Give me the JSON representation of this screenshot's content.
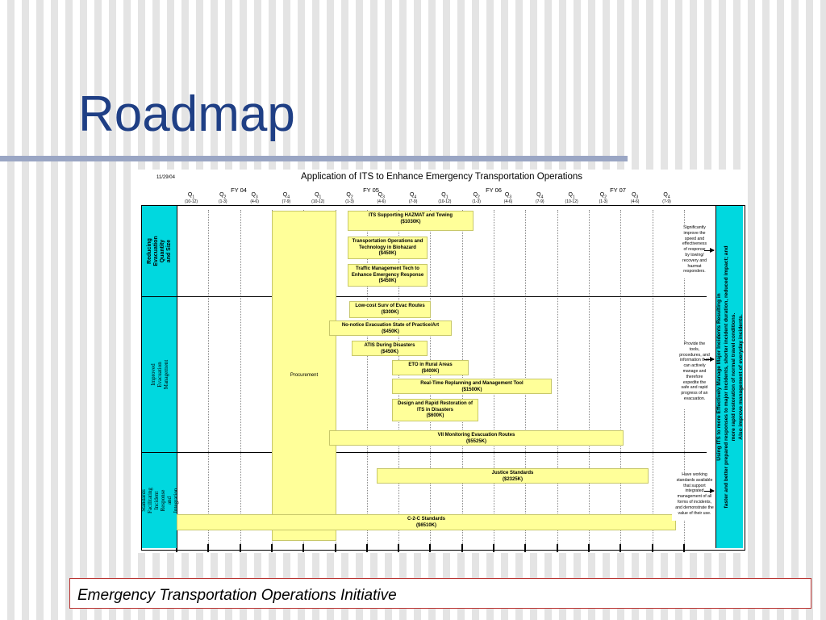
{
  "slide": {
    "title": "Roadmap",
    "footer": "Emergency Transportation Operations Initiative"
  },
  "roadmap": {
    "date": "11/29/04",
    "title": "Application of ITS to Enhance Emergency Transportation Operations",
    "fiscal_years": [
      "FY 04",
      "FY 05",
      "FY 06",
      "FY 07"
    ],
    "quarters": [
      {
        "q": "Q",
        "n": "1",
        "months": "(10-12)"
      },
      {
        "q": "Q",
        "n": "2",
        "months": "(1-3)"
      },
      {
        "q": "Q",
        "n": "3",
        "months": "(4-6)"
      },
      {
        "q": "Q",
        "n": "4",
        "months": "(7-9)"
      },
      {
        "q": "Q",
        "n": "1",
        "months": "(10-12)"
      },
      {
        "q": "Q",
        "n": "2",
        "months": "(1-3)"
      },
      {
        "q": "Q",
        "n": "3",
        "months": "(4-6)"
      },
      {
        "q": "Q",
        "n": "4",
        "months": "(7-9)"
      },
      {
        "q": "Q",
        "n": "1",
        "months": "(10-12)"
      },
      {
        "q": "Q",
        "n": "2",
        "months": "(1-3)"
      },
      {
        "q": "Q",
        "n": "3",
        "months": "(4-6)"
      },
      {
        "q": "Q",
        "n": "4",
        "months": "(7-9)"
      },
      {
        "q": "Q",
        "n": "1",
        "months": "(10-12)"
      },
      {
        "q": "Q",
        "n": "2",
        "months": "(1-3)"
      },
      {
        "q": "Q",
        "n": "3",
        "months": "(4-6)"
      },
      {
        "q": "Q",
        "n": "4",
        "months": "(7-9)"
      }
    ],
    "categories": [
      {
        "label": "Reducing Evacuation\nQuantity and Size"
      },
      {
        "label": "Improved Evacuation\nManagement"
      },
      {
        "label": "Standards Facilitating Incident\nResponse and Integration"
      }
    ],
    "procurement": "Procurement",
    "bars": [
      {
        "label": "ITS Supporting HAZMAT and Towing\n($1030K)"
      },
      {
        "label": "Transportation Operations and\nTechnology in Biohazard\n($450K)"
      },
      {
        "label": "Traffic Management Tech to\nEnhance Emergency Response\n($450K)"
      },
      {
        "label": "Low-cost Surv of Evac Routes\n($300K)"
      },
      {
        "label": "No-notice Evacuation State of Practice/Art\n($450K)"
      },
      {
        "label": "ATIS During Disasters\n($450K)"
      },
      {
        "label": "ETO in Rural Areas\n($400K)"
      },
      {
        "label": "Real-Time Replanning and Management Tool\n($1500K)"
      },
      {
        "label": "Design and Rapid Restoration of\nITS in Disasters\n($600K)"
      },
      {
        "label": "VII Monitoring Evacuation Routes\n($5525K)"
      },
      {
        "label": "Justice Standards\n($2325K)"
      },
      {
        "label": "C-2-C Standards\n($6510K)"
      }
    ],
    "notes": [
      "Significantly\nimprove the\nspeed and\neffectiveness\nof response\nby towing/\nrecovery and\nhazmat\nresponders.",
      "Provide the\ntools,\nprocedures, and\ninformation that\ncan actively\nmanage and\ntherefore\nexpedite the\nsafe and rapid\nprogress of an\nevacuation.",
      "Have working\nstandards available\nthat support\nintegrated\nmanagement of all\nforms of incidents,\nand demonstrate the\nvalue of their use."
    ],
    "outcome": "Using ITS to more Effectively Manage Major Incidents Resulting in\nfaster and better prepared responses to major incidents, shorter incident duration, reduced impact; and\nmore rapid restoration of normal travel conditions.\nAlso improve management of everyday incidents."
  },
  "colors": {
    "title": "#1f3f85",
    "category_band": "#00d8df",
    "bar_fill": "#ffff99",
    "footer_border": "#b8312f"
  }
}
